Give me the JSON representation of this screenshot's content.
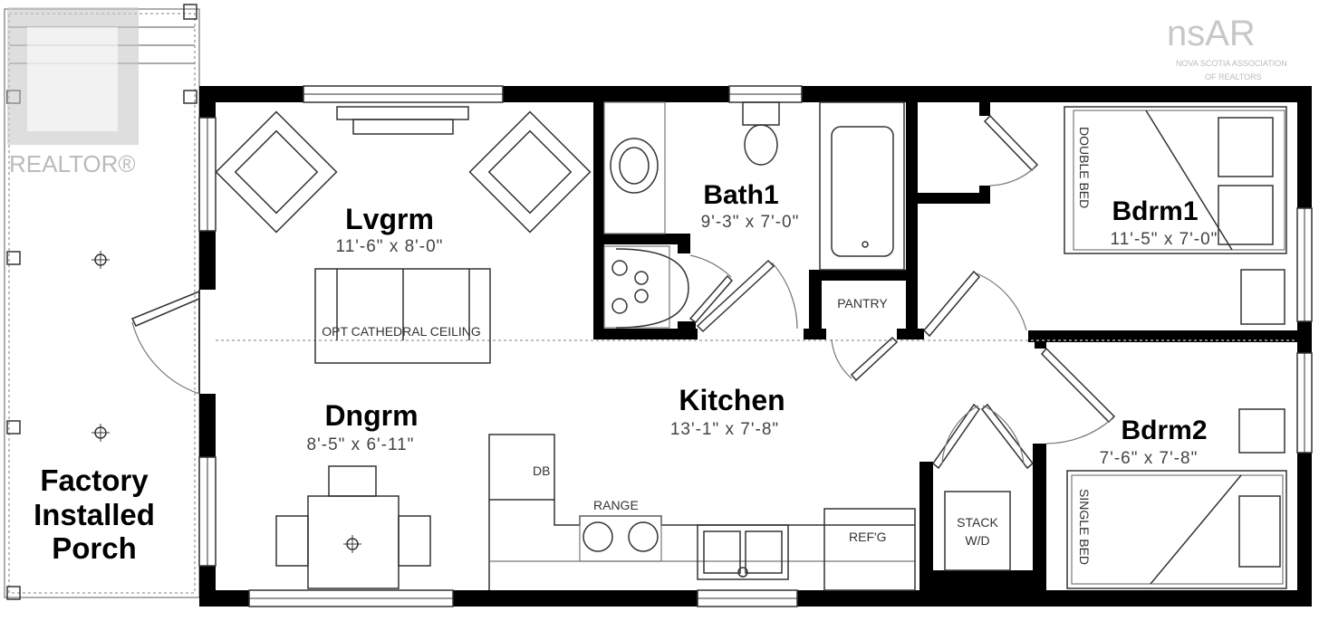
{
  "rooms": {
    "living": {
      "name": "Lvgrm",
      "dims": "11'-6\" x 8'-0\""
    },
    "bath": {
      "name": "Bath1",
      "dims": "9'-3\" x 7'-0\""
    },
    "bedroom1": {
      "name": "Bdrm1",
      "dims": "11'-5\" x 7'-0\""
    },
    "kitchen": {
      "name": "Kitchen",
      "dims": "13'-1\" x 7'-8\""
    },
    "dining": {
      "name": "Dngrm",
      "dims": "8'-5\" x 6'-11\""
    },
    "bedroom2": {
      "name": "Bdrm2",
      "dims": "7'-6\" x 7'-8\""
    },
    "porch": {
      "line1": "Factory",
      "line2": "Installed",
      "line3": "Porch"
    }
  },
  "labels": {
    "ceiling": "OPT CATHEDRAL CEILING",
    "pantry": "PANTRY",
    "double_bed": "DOUBLE BED",
    "single_bed": "SINGLE BED",
    "db": "DB",
    "range": "RANGE",
    "refg": "REF'G",
    "stack1": "STACK",
    "stack2": "W/D"
  },
  "watermarks": {
    "realtor": "REALTOR®",
    "nsar": "nsAR",
    "nsar_sub1": "NOVA SCOTIA ASSOCIATION",
    "nsar_sub2": "OF REALTORS"
  },
  "colors": {
    "wall": "#000000",
    "watermark": "#c8c8c8"
  }
}
